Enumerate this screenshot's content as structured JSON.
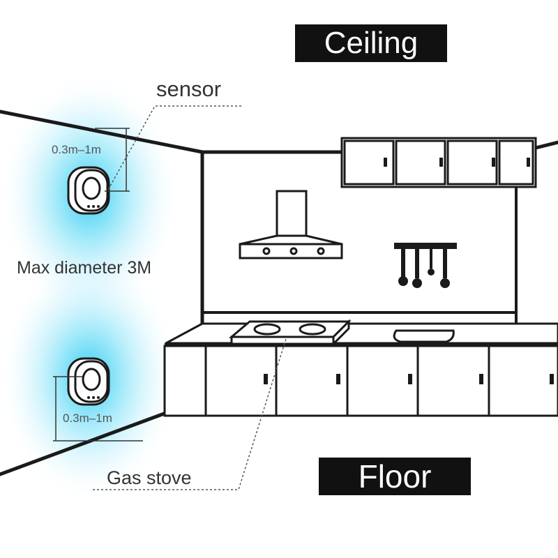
{
  "labels": {
    "ceiling": "Ceiling",
    "floor": "Floor",
    "sensor": "sensor",
    "range_top": "0.3m–1m",
    "max_diameter": "Max diameter 3M",
    "range_bottom": "0.3m–1m",
    "gas_stove": "Gas stove"
  },
  "colors": {
    "line": "#1a1a1a",
    "glow": "#29c9f0",
    "label_bg": "#111111",
    "label_text": "#ffffff"
  }
}
